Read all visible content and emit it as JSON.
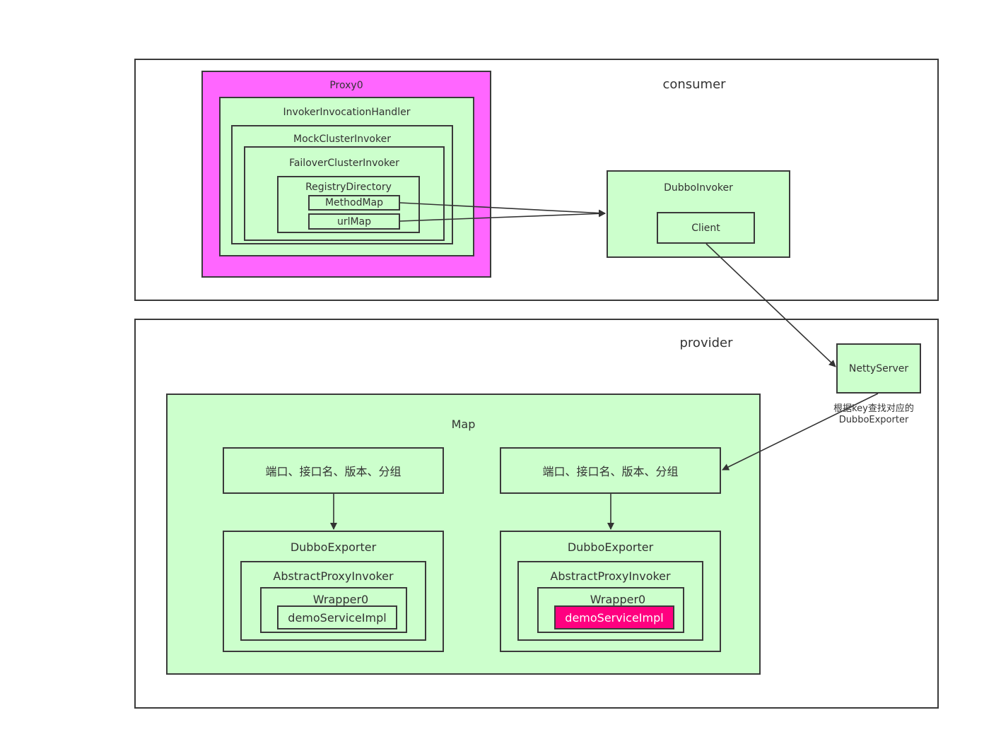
{
  "consumer": {
    "title": "consumer",
    "proxy": "Proxy0",
    "handler": "InvokerInvocationHandler",
    "mock": "MockClusterInvoker",
    "failover": "FailoverClusterInvoker",
    "registry": "RegistryDirectory",
    "methodMap": "MethodMap",
    "urlMap": "urlMap",
    "dubboInvoker": "DubboInvoker",
    "client": "Client"
  },
  "provider": {
    "title": "provider",
    "nettyServer": "NettyServer",
    "note_line1": "根据key查找对应的",
    "note_line2": "DubboExporter",
    "map": "Map",
    "key_left": "端口、接口名、版本、分组",
    "key_right": "端口、接口名、版本、分组",
    "exporter_left": {
      "title": "DubboExporter",
      "proxyInvoker": "AbstractProxyInvoker",
      "wrapper": "Wrapper0",
      "impl": "demoServiceImpl"
    },
    "exporter_right": {
      "title": "DubboExporter",
      "proxyInvoker": "AbstractProxyInvoker",
      "wrapper": "Wrapper0",
      "impl": "demoServiceImpl"
    }
  },
  "colors": {
    "green": "#ccffcc",
    "magenta": "#ff66ff",
    "highlight": "#ff0080",
    "stroke": "#3a3a3a"
  }
}
